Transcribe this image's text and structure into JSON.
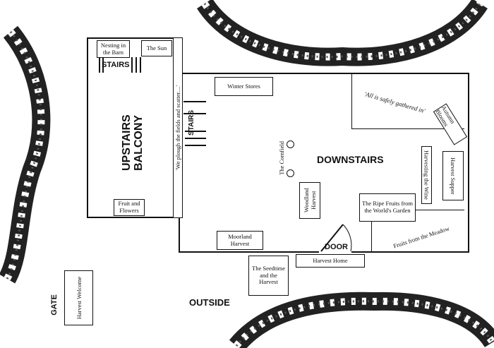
{
  "labels": {
    "stairs_top": "STAIRS",
    "stairs_side": "STAIRS",
    "upstairs_balcony": "UPSTAIRS BALCONY",
    "downstairs": "DOWNSTAIRS",
    "door": "DOOR",
    "outside": "OUTSIDE",
    "gate": "GATE",
    "the_cornfield": "The Cornfield"
  },
  "boxes": {
    "nesting_in_barn": "Nesting in the Barn",
    "the_sun": "The Sun",
    "fruit_and_flowers": "Fruit and Flowers",
    "we_plough": "'We plough the fields and scatter....'",
    "winter_stores": "Winter Stores",
    "all_is_safely": "'All is safely gathered in'",
    "autumn_blooms": "Autumn Blooms",
    "harvesting_the_wine": "Harvesting the Wine",
    "harvest_supper": "Harvest Supper",
    "ripe_fruits": "The Ripe Fruits from the World's Garden",
    "fruits_from_meadow": "Fruits from the Meadow",
    "woodland_harvest": "Woodland Harvest",
    "moorland_harvest": "Moorland Harvest",
    "harvest_home": "Harvest Home",
    "seedtime": "The Seedtime and the Harvest",
    "harvest_welcome": "Harvest Welcome"
  }
}
